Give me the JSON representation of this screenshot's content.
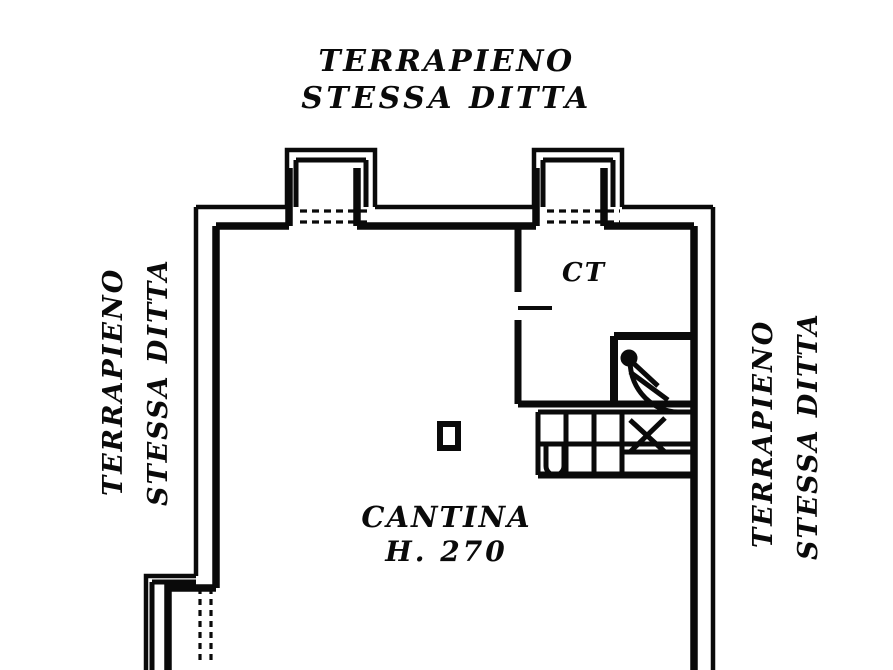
{
  "document": {
    "type": "architectural-floor-plan",
    "title": "Cantina floor plan"
  },
  "labels": {
    "top": {
      "line1": "TERRAPIENO",
      "line2": "STESSA DITTA"
    },
    "left": {
      "line1": "TERRAPIENO",
      "line2": "STESSA DITTA"
    },
    "right": {
      "line1": "TERRAPIENO",
      "line2": "STESSA DITTA"
    },
    "center": {
      "line1": "CANTINA",
      "line2": "H. 270"
    },
    "ct_room": "CT"
  },
  "colors": {
    "ink": "#0a0a0a",
    "paper": "#ffffff"
  },
  "rooms": [
    {
      "name": "CANTINA",
      "height_label": "H. 270"
    },
    {
      "name": "CT"
    }
  ],
  "features": [
    {
      "name": "bay-window-top-left"
    },
    {
      "name": "bay-window-top-right"
    },
    {
      "name": "bay-window-bottom-left"
    },
    {
      "name": "interior-door-ct"
    },
    {
      "name": "staircase-winder"
    },
    {
      "name": "column-pillar"
    }
  ]
}
